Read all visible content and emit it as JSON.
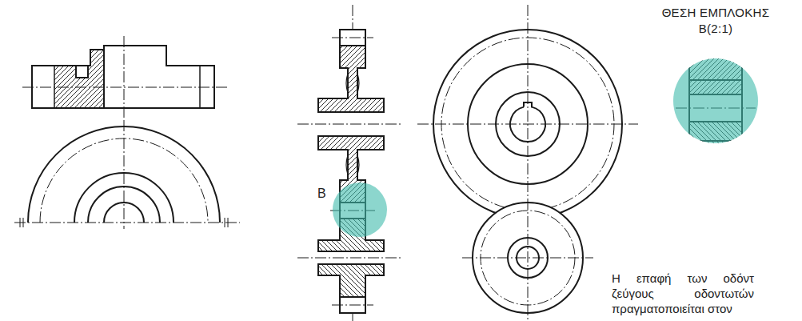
{
  "diagram": {
    "nodes": [
      {
        "text": [
          "ΘΕΣΗ ΕΜΠΛΟΚΗΣ",
          "B(2:1)"
        ]
      }
    ],
    "labels": [
      "B",
      "Η επαφή των οδόντ ζεύγους οδοντωτών πραγματοποιείται στον"
    ]
  }
}
